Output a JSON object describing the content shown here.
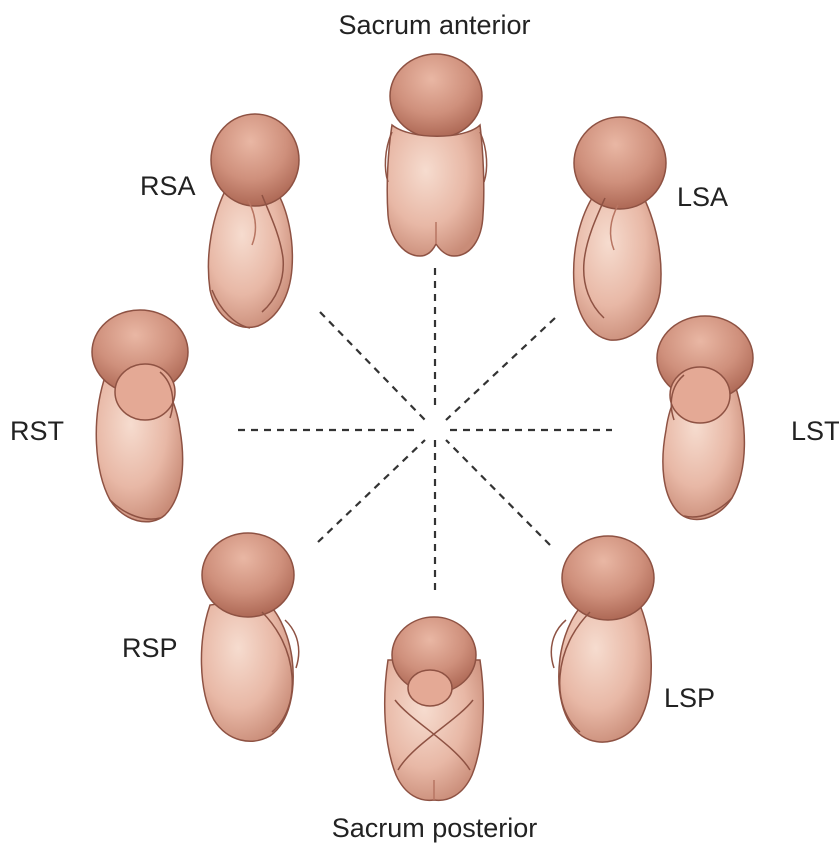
{
  "labels": {
    "sacrum_anterior": "Sacrum anterior",
    "sacrum_posterior": "Sacrum posterior",
    "rsa": "RSA",
    "lsa": "LSA",
    "rst": "RST",
    "lst": "LST",
    "rsp": "RSP",
    "lsp": "LSP"
  },
  "colors": {
    "skin_light": "#f3d3c6",
    "skin_mid": "#e3ae9c",
    "skin_dark": "#b77562",
    "outline": "#8e5243",
    "dash": "#333333",
    "text": "#222222"
  }
}
